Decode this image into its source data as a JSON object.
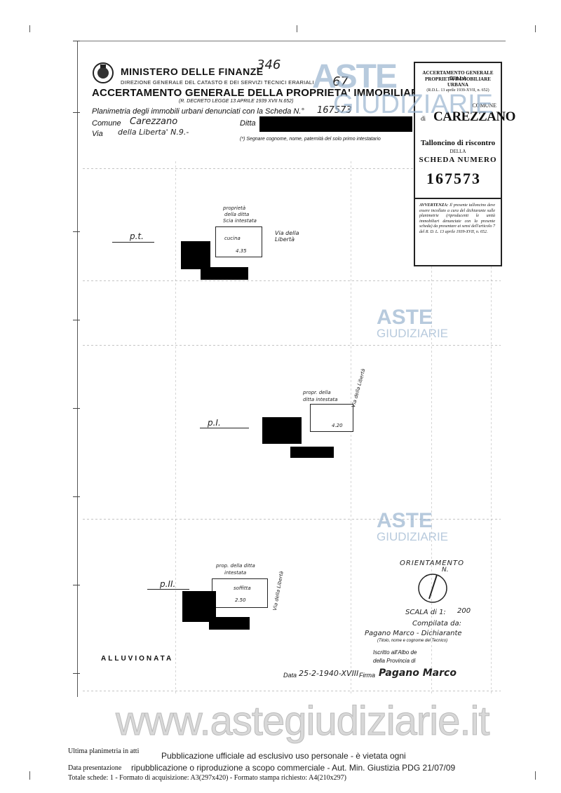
{
  "header": {
    "ministry": "MINISTERO DELLE FINANZE",
    "handwritten_number": "346",
    "direction": "DIREZIONE GENERALE DEL CATASTO E DEI SERVIZI TECNICI ERARIALI",
    "sheet_mark": "67",
    "title": "ACCERTAMENTO GENERALE DELLA PROPRIETA' IMMOBILIARE URBANA",
    "decree": "(R. DECRETO LEGGE 13 APRILE 1939 XVII N.652)",
    "planimetry_label": "Planimetria degli immobili urbani denunciati con la Scheda N.°",
    "scheda_number_hand": "167573",
    "comune_label": "Comune",
    "comune_value": "Carezzano",
    "ditta_label": "Ditta",
    "via_label": "Via",
    "via_value": "della Liberta' N.9.-",
    "footnote": "(*) Segnare cognome, nome, paternità del solo primo intestatario"
  },
  "ticket": {
    "line1": "ACCERTAMENTO GENERALE DELLA",
    "line2": "PROPRIETÀ IMMOBILIARE URBANA",
    "law": "(R.D.L. 13 aprile 1939-XVII, n. 652)",
    "comune_small": "COMUNE",
    "comune_di": "di",
    "comune_name": "CAREZZANO",
    "talloncino": "Talloncino di riscontro",
    "della": "DELLA",
    "scheda_numero": "SCHEDA NUMERO",
    "number": "167573",
    "avvertenza_title": "AVVERTENZA:",
    "avvertenza_text": "Il presente talloncino deve essere incollato a cura del dichiarante sulle planimetrie (riproducenti le unità immobiliari denunciate con la presente scheda) da presentare ai sensi dell'articolo 7 del R. D. L. 13 aprile 1939-XVII, n. 652."
  },
  "floors": [
    {
      "level": "p.t.",
      "owner_note_1": "proprietà",
      "owner_note_2": "della ditta",
      "owner_note_3": "Scia intestata",
      "room": "cucina",
      "height": "4.35",
      "street": "Via della Libertà"
    },
    {
      "level": "p.I.",
      "owner_note_1": "propr. della",
      "owner_note_2": "ditta intestata",
      "room": "",
      "height": "4.20",
      "street": "Via della Libertà"
    },
    {
      "level": "p.II.",
      "owner_note_1": "prop. della ditta",
      "owner_note_2": "intestata",
      "room": "soffitta",
      "height": "2.50",
      "street": "Via della Libertà"
    }
  ],
  "orientation": {
    "label": "ORIENTAMENTO",
    "north": "N."
  },
  "scale": {
    "label": "SCALA di 1:",
    "value": "200"
  },
  "compiled": {
    "label": "Compilata da:",
    "name": "Pagano Marco - Dichiarante",
    "name_hint": "(Titolo, nome e cognome del Tecnico)",
    "albo_1": "Iscritto all'Albo de",
    "albo_2": "della Provincia di",
    "date_label": "Data",
    "date_value": "25-2-1940-XVIII",
    "firma_label": "Firma",
    "signature": "Pagano Marco"
  },
  "alluvionata": "ALLUVIONATA",
  "watermarks": {
    "aste": "ASTE",
    "giudiziarie": "GIUDIZIARIE",
    "site": "www.astegiudiziarie.it"
  },
  "footer": {
    "last": "Ultima planimetria in atti",
    "pub_1": "Pubblicazione ufficiale ad esclusivo uso personale - è vietata ogni",
    "date_pres": "Data presentazione",
    "pub_2": "ripubblicazione o riproduzione a scopo commerciale - Aut. Min. Giustizia PDG 21/07/09",
    "totals": "Totale schede: 1 - Formato di acquisizione: A3(297x420)  - Formato stampa richiesto: A4(210x297)"
  }
}
